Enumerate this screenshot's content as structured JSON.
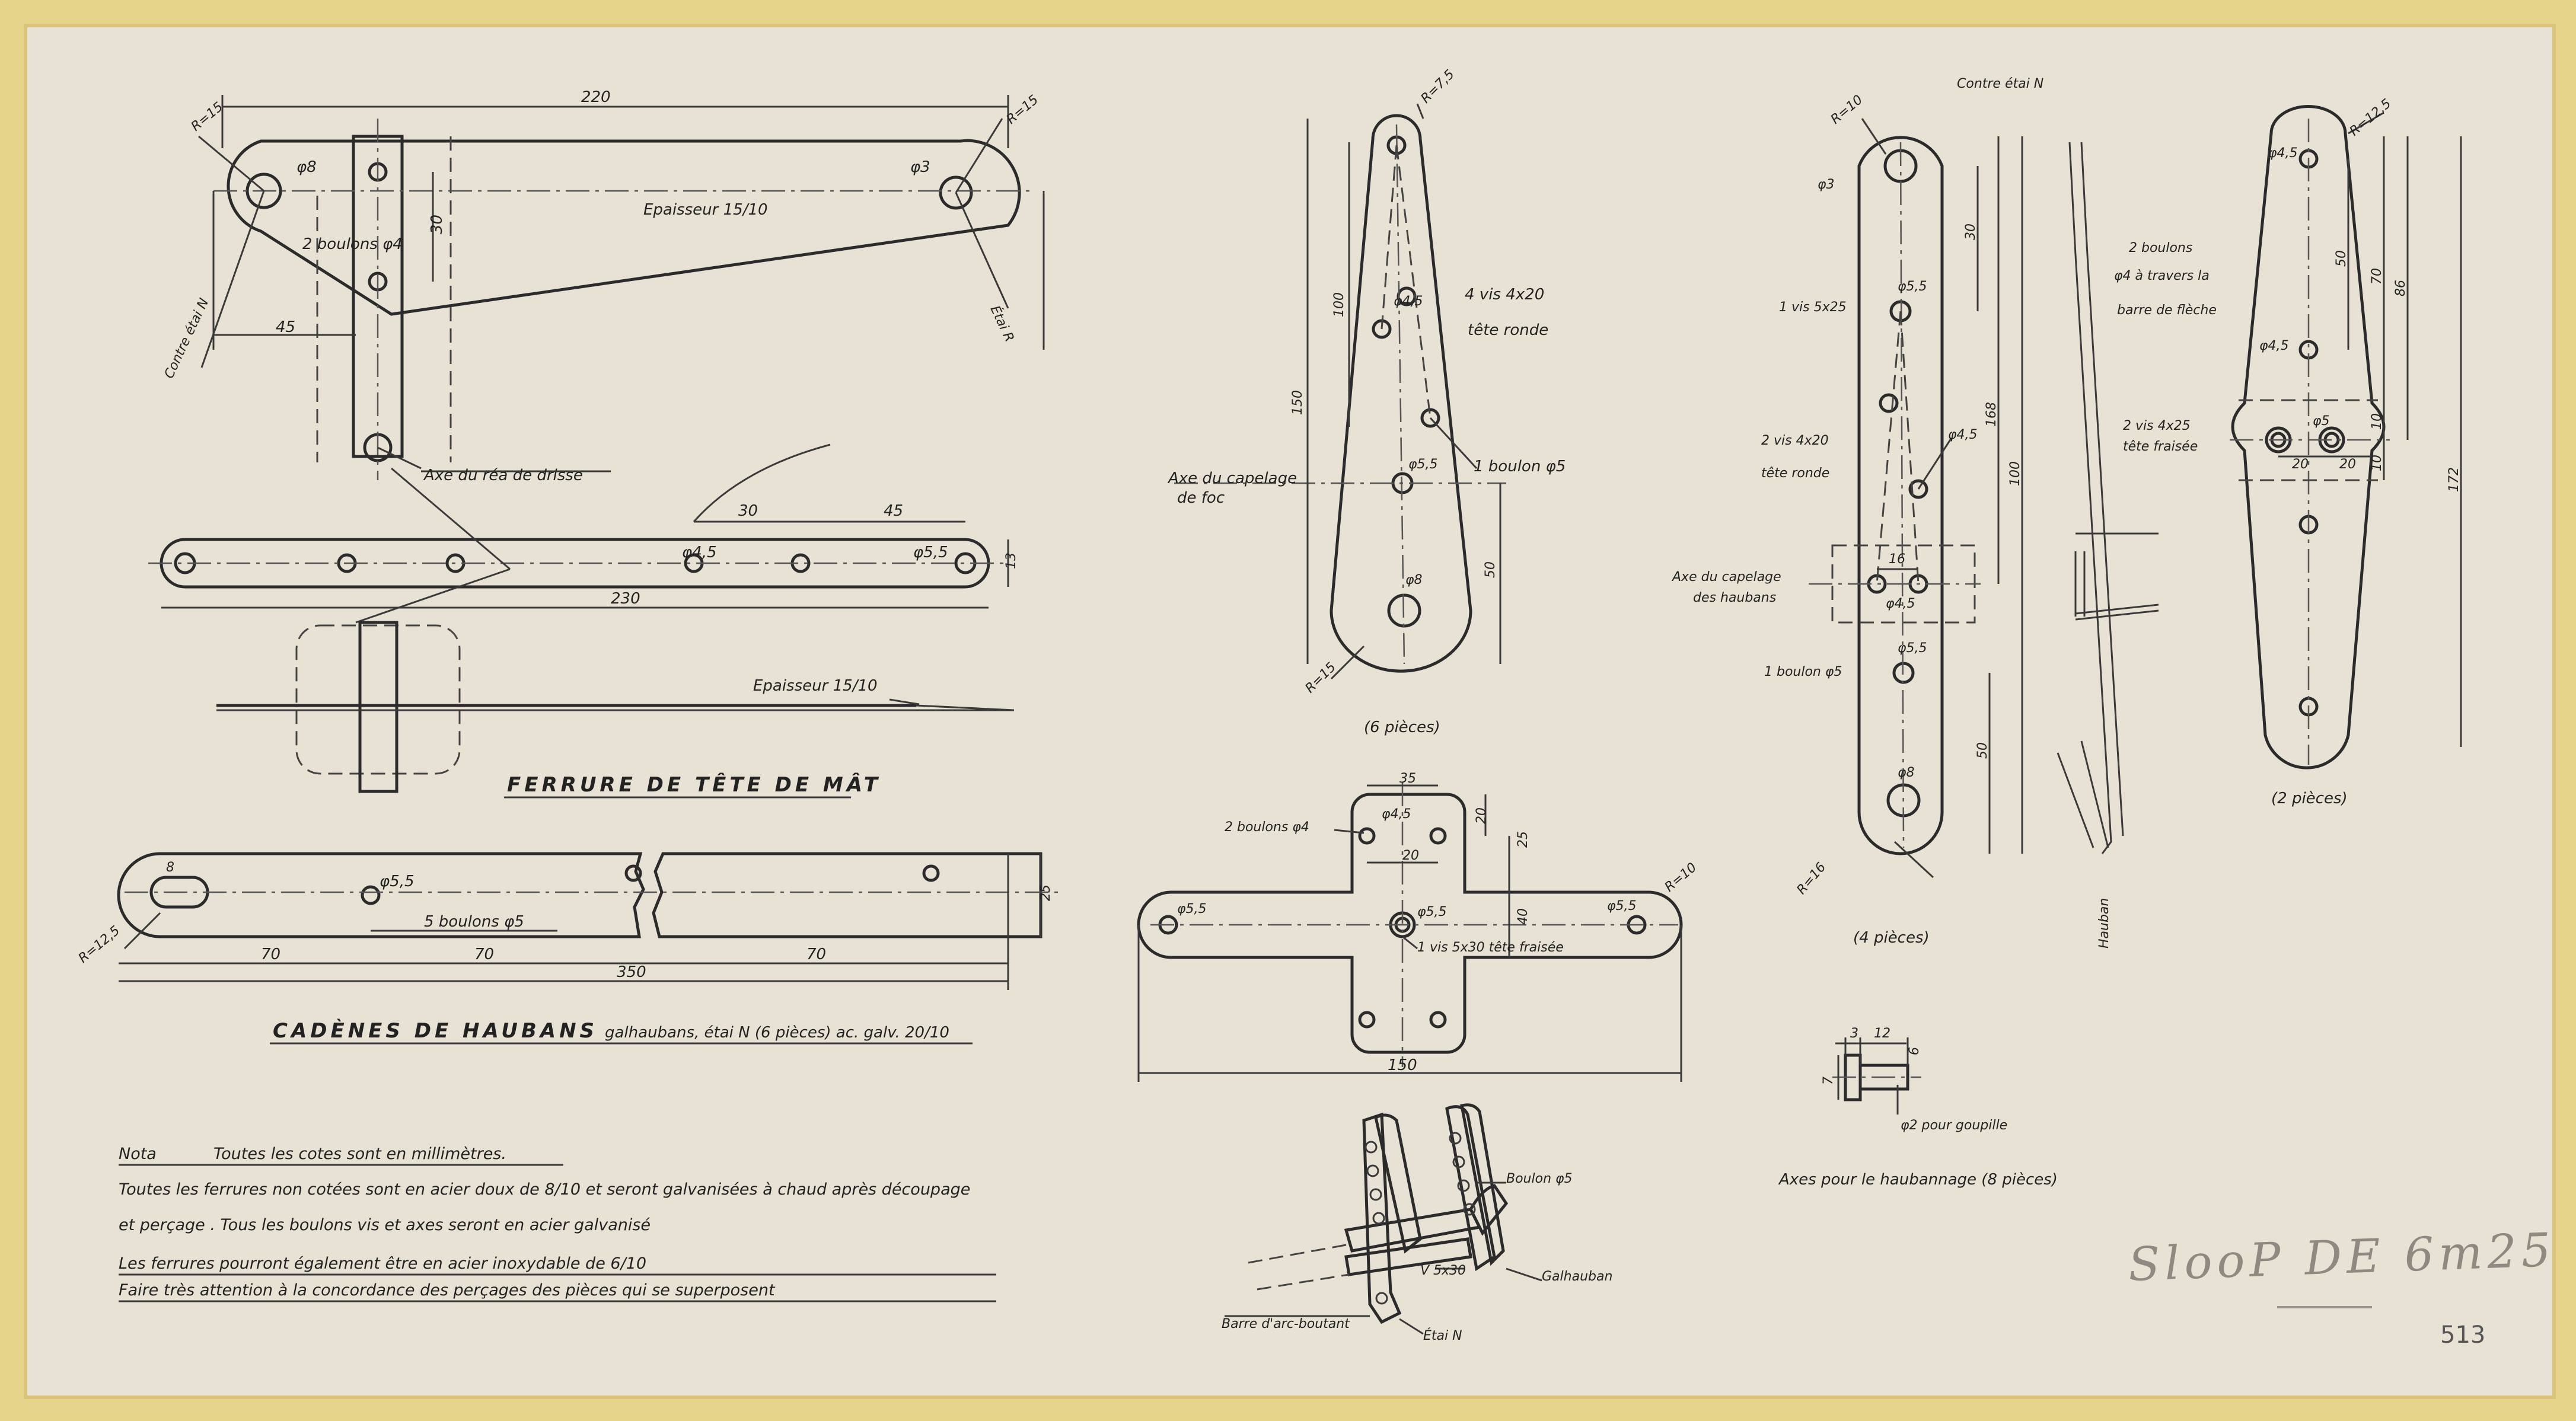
{
  "titles": {
    "mast_head": "FERRURE DE TÊTE DE MÂT",
    "chainplates": "CADÈNES DE HAUBANS",
    "chainplates_spec": "galhaubans, étai N (6 pièces) ac. galv. 20/10"
  },
  "mast_head": {
    "dim_220": "220",
    "dim_30a": "30",
    "dim_45": "45",
    "r15a": "R=15",
    "r15b": "R=15",
    "d8": "φ8",
    "d3": "φ3",
    "thickness": "Epaisseur 15/10",
    "bolts": "2 boulons φ4",
    "contre_etai": "Contre étai N",
    "etai": "Étai R",
    "axe": "Axe du réa de drisse",
    "dim_30b": "30",
    "dim_45b": "45",
    "dim_230": "230",
    "dim_13": "13",
    "d45": "φ4,5",
    "d55": "φ5,5",
    "thickness2": "Epaisseur 15/10"
  },
  "chainplate": {
    "dim_8": "8",
    "d55": "φ5,5",
    "bolts": "5 boulons φ5",
    "dim_70a": "70",
    "dim_70b": "70",
    "dim_70c": "70",
    "dim_350": "350",
    "dim_25": "25",
    "r125": "R=12,5"
  },
  "stem": {
    "r75": "R=7,5",
    "d45a": "φ4,5",
    "screws": "4 vis 4x20",
    "screws2": "tête ronde",
    "d55": "φ5,5",
    "bolt": "1 boulon φ5",
    "axe": "Axe du capelage",
    "axe2": "de foc",
    "d8": "φ8",
    "dim_100": "100",
    "dim_150": "150",
    "dim_50": "50",
    "r15": "R=15",
    "count": "(6 pièces)"
  },
  "cross": {
    "bolts": "2 boulons φ4",
    "d45": "φ4,5",
    "dim_35": "35",
    "dim_20a": "20",
    "dim_20b": "20",
    "dim_25": "25",
    "dim_40": "40",
    "d55a": "φ5,5",
    "d55b": "φ5,5",
    "d55c": "φ5,5",
    "screw": "1 vis 5x30 tête fraisée",
    "r10": "R=10",
    "dim_150": "150"
  },
  "assembly": {
    "bolt": "Boulon φ5",
    "screw": "V 5x30",
    "galhauban": "Galhauban",
    "barre": "Barre d'arc-boutant",
    "etai": "Étai N"
  },
  "shroud": {
    "r10": "R=10",
    "contre_etai": "Contre étai N",
    "d3": "φ3",
    "screw": "1 vis 5x25",
    "d55a": "φ5,5",
    "screws": "2 vis 4x20",
    "screws2": "tête ronde",
    "d45a": "φ4,5",
    "axe": "Axe du capelage",
    "axe2": "des haubans",
    "dim_16": "16",
    "d45b": "φ4,5",
    "bolt": "1 boulon φ5",
    "d55b": "φ5,5",
    "d8": "φ8",
    "r16": "R=16",
    "dim_30": "30",
    "dim_168": "168",
    "dim_100": "100",
    "dim_50": "50",
    "count": "(4 pièces)",
    "hauban": "Hauban"
  },
  "pin": {
    "dim_3": "3",
    "dim_12": "12",
    "dim_6": "6",
    "dim_7": "7",
    "hole": "φ2 pour goupille",
    "caption": "Axes pour le haubannage (8 pièces)"
  },
  "diamond": {
    "r125": "R=12,5",
    "d45a": "φ4,5",
    "bolts": "2 boulons",
    "bolts2": "φ4 à travers la",
    "bolts3": "barre de flèche",
    "d45b": "φ4,5",
    "screws": "2 vis 4x25",
    "screws2": "tête fraisée",
    "d5": "φ5",
    "dim_20a": "20",
    "dim_20b": "20",
    "dim_50": "50",
    "dim_70": "70",
    "dim_86": "86",
    "dim_10a": "10",
    "dim_10b": "10",
    "dim_172": "172",
    "count": "(2 pièces)"
  },
  "notes": {
    "label": "Nota",
    "line1": "Toutes les cotes sont en millimètres.",
    "line2": "Toutes les ferrures non cotées sont en acier doux de 8/10 et seront galvanisées à chaud après découpage",
    "line3": "et perçage . Tous les boulons vis et axes seront en acier galvanisé",
    "line4": "Les ferrures pourront également être en acier inoxydable de 6/10",
    "line5": "Faire très attention à la concordance des perçages des pièces qui se superposent"
  },
  "stamp": {
    "title": "SlooP DE 6m25",
    "number": "513"
  }
}
